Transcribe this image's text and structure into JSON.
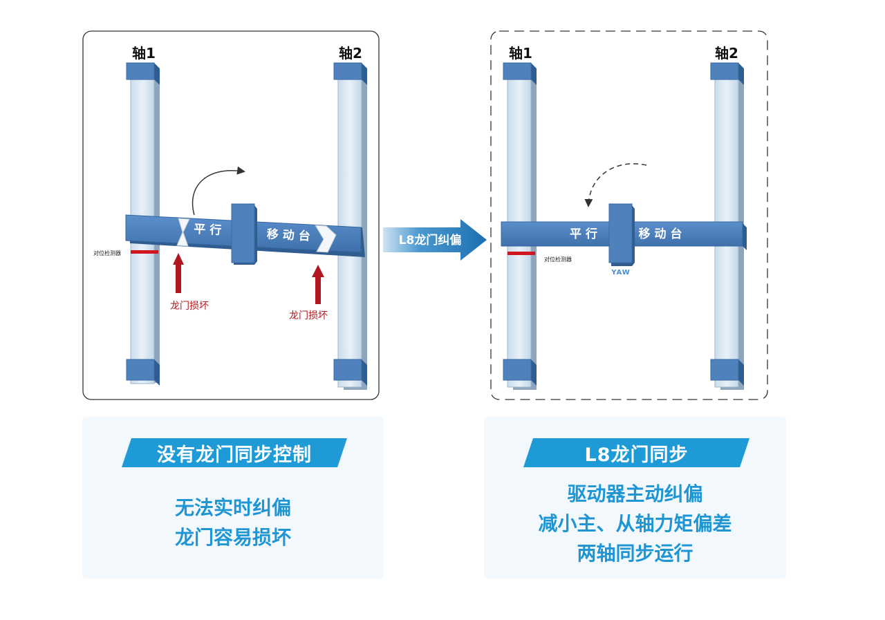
{
  "left": {
    "axis1_label": "轴1",
    "axis2_label": "轴2",
    "beam_label_left": "平行",
    "beam_label_right": "移动台",
    "sensor_label": "对位检测器",
    "damage_label_1": "龙门损坏",
    "damage_label_2": "龙门损坏",
    "banner": "没有龙门同步控制",
    "lines": [
      "无法实时纠偏",
      "龙门容易损坏"
    ]
  },
  "middle_arrow_label": "L8龙门纠偏",
  "right": {
    "axis1_label": "轴1",
    "axis2_label": "轴2",
    "beam_label_left": "平行",
    "beam_label_right": "移动台",
    "sensor_label": "对位检测器",
    "yaw_label": "YAW",
    "banner": "L8龙门同步",
    "lines": [
      "驱动器主动纠偏",
      "减小主、从轴力矩偏差",
      "两轴同步运行"
    ]
  },
  "colors": {
    "rail_glass": "#dbe9f4",
    "block_blue": "#4f81bd",
    "beam_blue": "#4a7ebb",
    "damage_red": "#b0171f",
    "accent_cyan": "#1e9ad6"
  }
}
